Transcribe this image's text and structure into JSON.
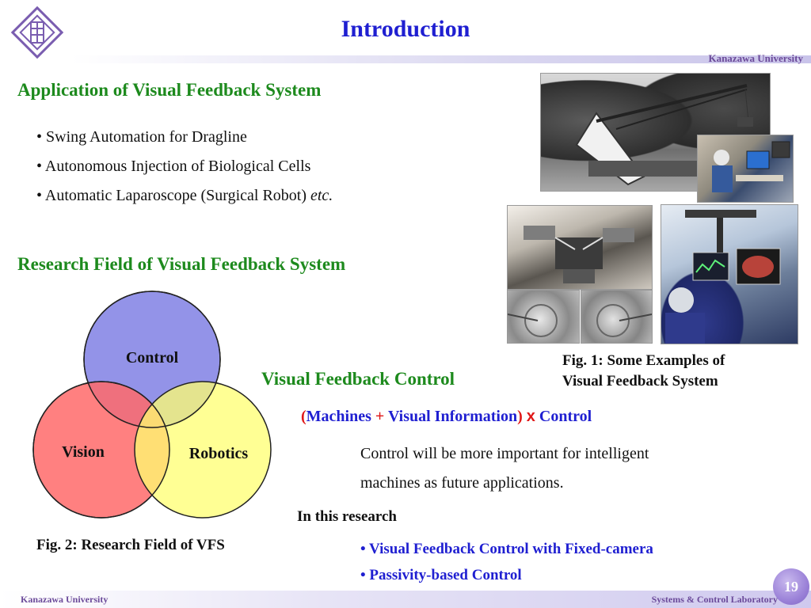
{
  "header": {
    "title": "Introduction",
    "university": "Kanazawa University",
    "logo_icon": "university-crest-icon"
  },
  "application": {
    "heading": "Application of Visual Feedback System",
    "bullets": [
      "• Swing Automation for Dragline",
      "• Autonomous Injection of Biological Cells",
      "• Automatic Laparoscope (Surgical Robot) "
    ],
    "etc": "etc."
  },
  "fig1": {
    "line1": "Fig. 1: Some Examples of",
    "line2": "Visual Feedback System"
  },
  "research": {
    "heading": "Research Field of Visual Feedback System"
  },
  "venn": {
    "top": "Control",
    "left": "Vision",
    "right": "Robotics",
    "colors": {
      "control": "#8a8ae6",
      "vision": "#ff7a7a",
      "robotics": "#ffff80"
    }
  },
  "fig2": {
    "caption": "Fig. 2: Research Field of VFS"
  },
  "vfc": {
    "heading": "Visual Feedback Control",
    "formula": {
      "open_paren": "(",
      "machines": "Machines",
      "plus": "+",
      "visual": "Visual Information",
      "close_paren": ")",
      "times": "x",
      "control": "Control"
    },
    "note_line1": "Control will be more important for intelligent",
    "note_line2": "machines as future applications."
  },
  "this_research": {
    "label": "In this research",
    "items": [
      "• Visual Feedback Control with Fixed-camera",
      "• Passivity-based Control"
    ]
  },
  "footer": {
    "left": "Kanazawa University",
    "right": "Systems & Control Laboratory",
    "page": "19"
  },
  "colors": {
    "title_blue": "#1f1fd1",
    "heading_green": "#1d8a1d",
    "accent_red": "#e01818",
    "footer_purple": "#6b4a9a"
  }
}
